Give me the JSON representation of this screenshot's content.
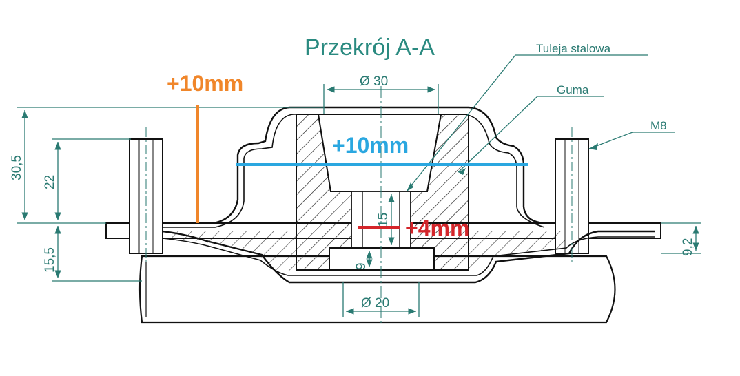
{
  "title": "Przekrój A-A",
  "labels": {
    "tube": "Tuleja stalowa",
    "rubber": "Guma",
    "bolt": "M8"
  },
  "dimensions": {
    "top_diameter": "Ø 30",
    "bottom_diameter": "Ø 20",
    "height_total": "30,5",
    "height_22": "22",
    "height_lower": "15,5",
    "flange": "9,2",
    "bore_15": "15",
    "bore_9": "9"
  },
  "annotations": {
    "left_height": "+10mm",
    "center_width": "+10mm",
    "bore_length": "+4mm"
  },
  "colors": {
    "line": "#111111",
    "dimension": "#2a7a72",
    "title": "#2a8a80",
    "orange": "#f0862a",
    "blue": "#2aa7e0",
    "red": "#d4252a"
  }
}
